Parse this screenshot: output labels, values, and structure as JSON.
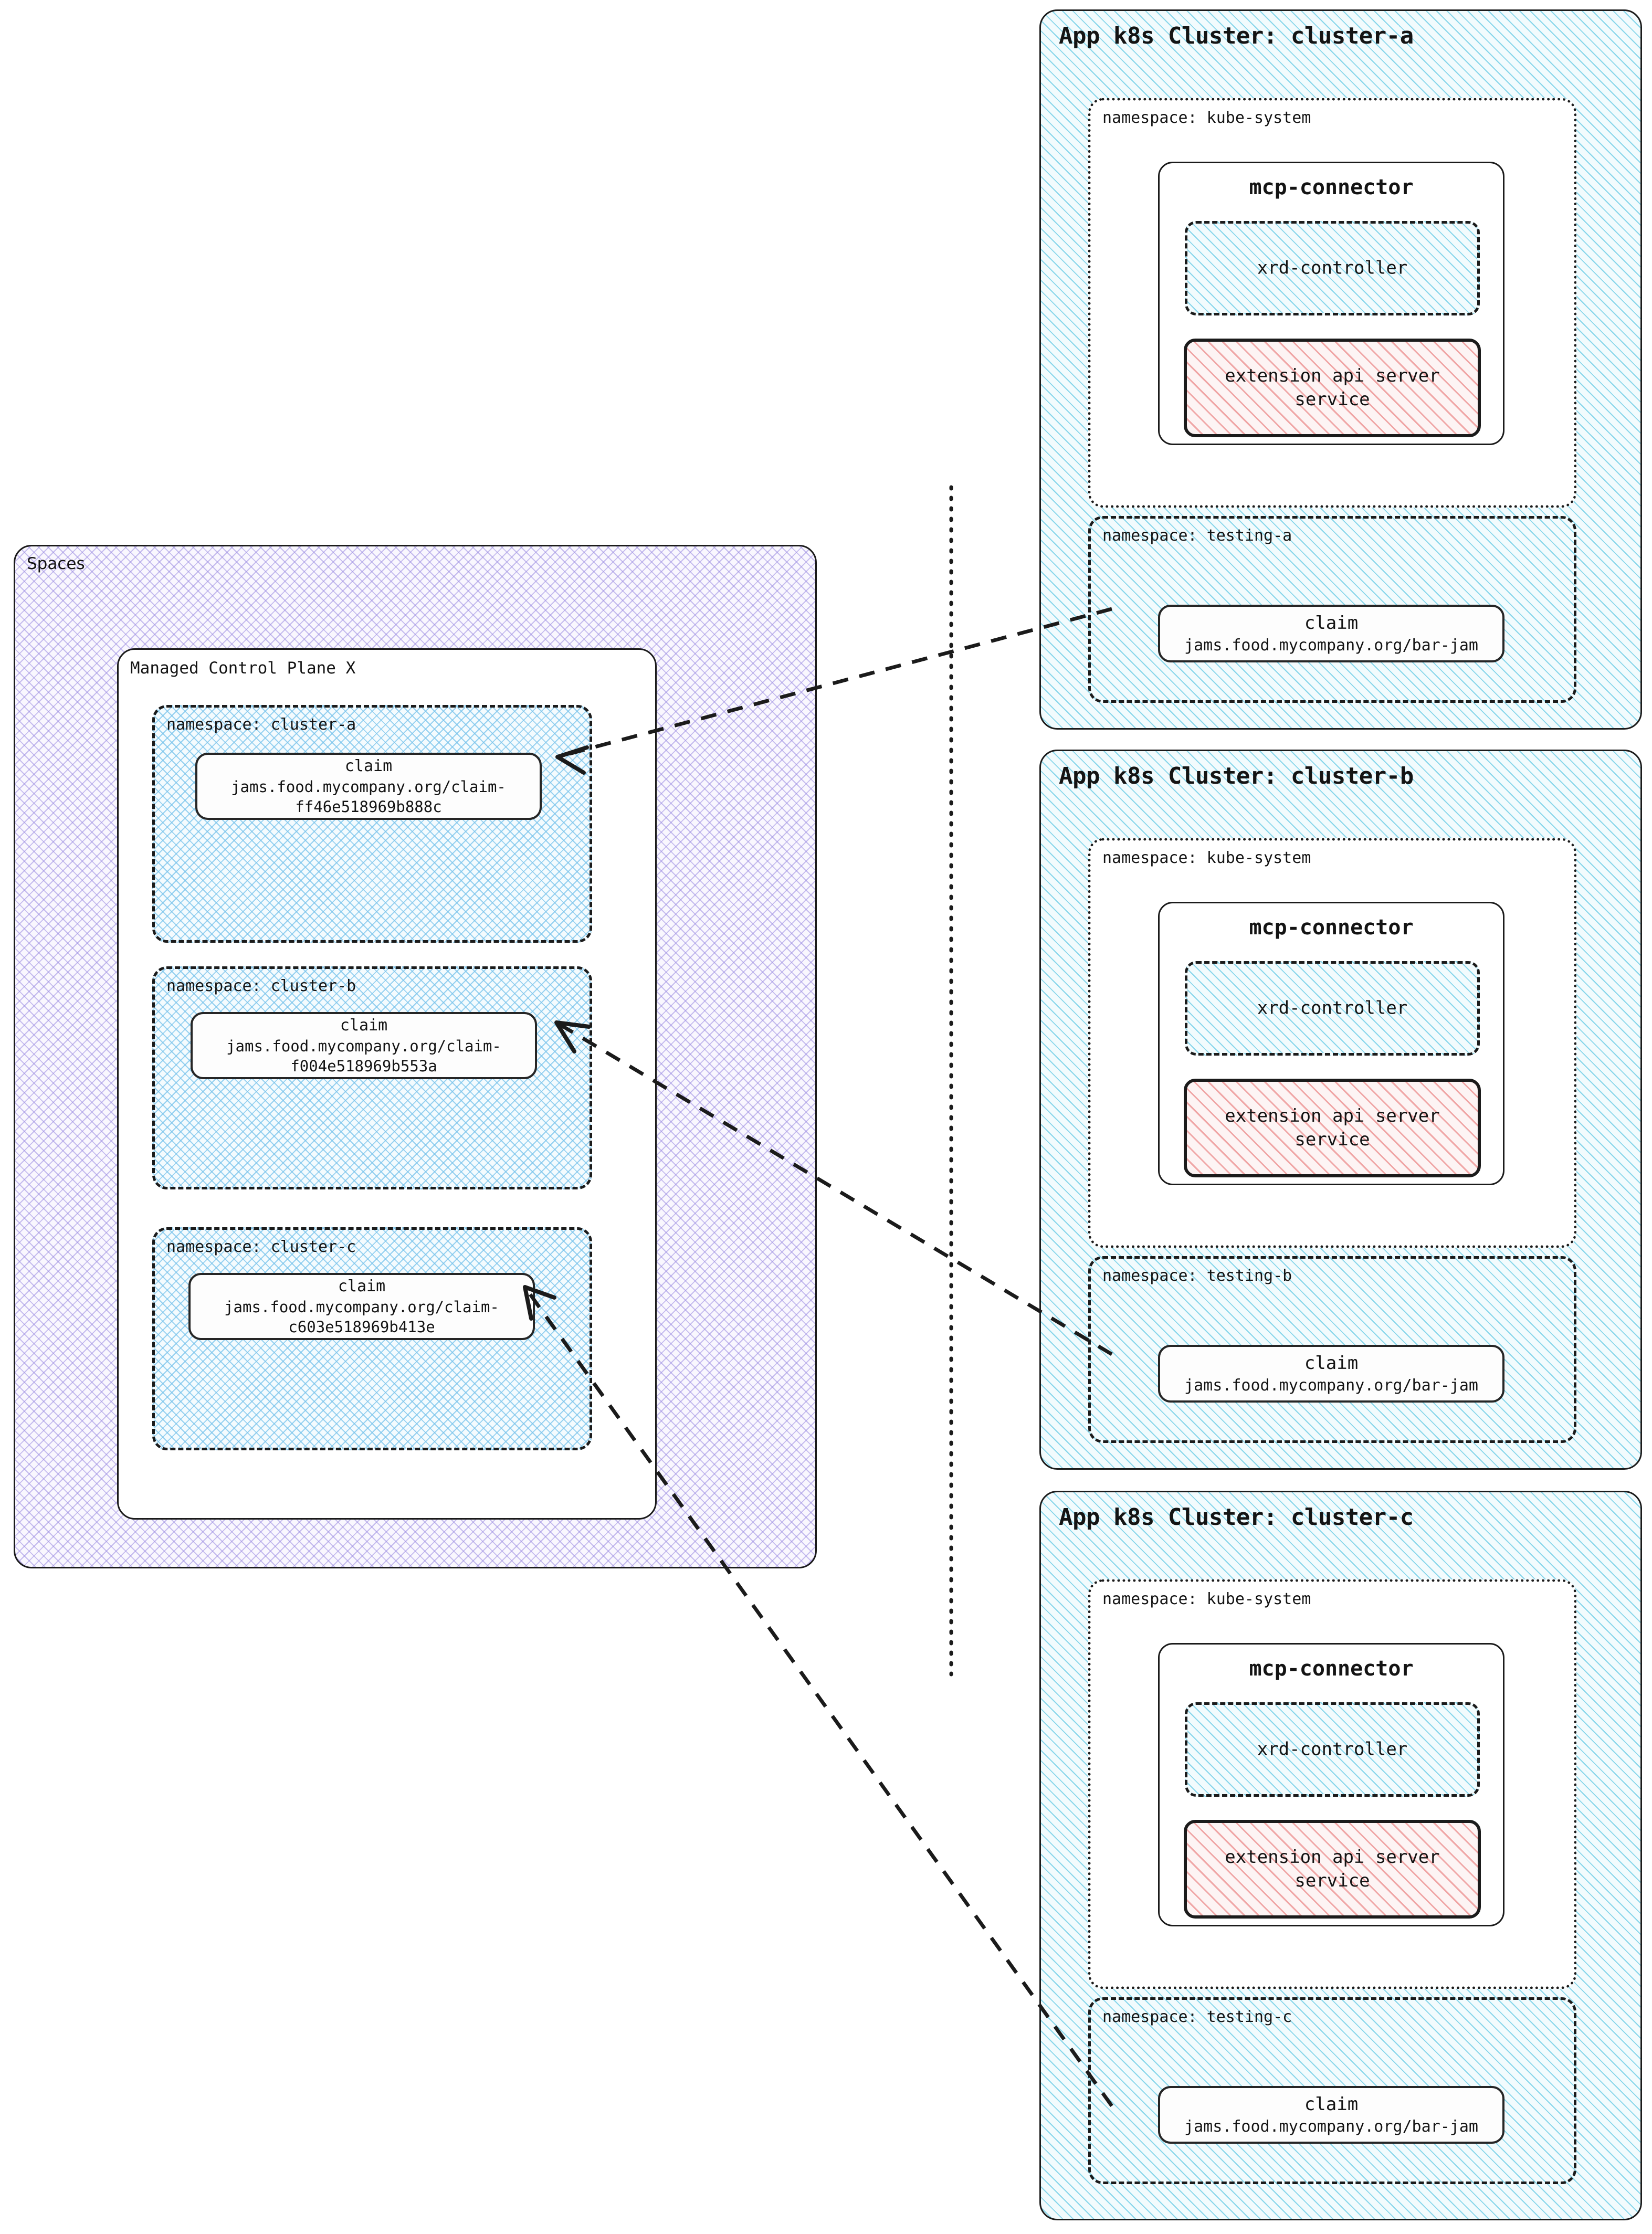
{
  "diagram": {
    "title": "Crossplane Spaces managed control plane to app k8s clusters",
    "colors": {
      "spaces_hatch": "#9b8ce1",
      "namespace_hatch": "#78c3eb",
      "cluster_hatch": "#6ecde6",
      "apiserver_hatch": "#eb8c8c",
      "stroke": "#1b1b1b"
    }
  },
  "spaces": {
    "label": "Spaces",
    "control_plane": {
      "label": "Managed Control Plane X",
      "namespaces": [
        {
          "label": "namespace: cluster-a",
          "claim": {
            "kind": "claim",
            "ref_line1": "jams.food.mycompany.org/claim-",
            "ref_line2": "ff46e518969b888c"
          }
        },
        {
          "label": "namespace: cluster-b",
          "claim": {
            "kind": "claim",
            "ref_line1": "jams.food.mycompany.org/claim-",
            "ref_line2": "f004e518969b553a"
          }
        },
        {
          "label": "namespace: cluster-c",
          "claim": {
            "kind": "claim",
            "ref_line1": "jams.food.mycompany.org/claim-",
            "ref_line2": "c603e518969b413e"
          }
        }
      ]
    }
  },
  "clusters": [
    {
      "label": "App k8s Cluster: cluster-a",
      "system_namespace": {
        "label": "namespace: kube-system",
        "connector": {
          "label": "mcp-connector",
          "controller": {
            "label": "xrd-controller"
          },
          "apiserver": {
            "line1": "extension api server",
            "line2": "service"
          }
        }
      },
      "test_namespace": {
        "label": "namespace: testing-a",
        "claim": {
          "kind": "claim",
          "ref": "jams.food.mycompany.org/bar-jam"
        }
      }
    },
    {
      "label": "App k8s Cluster: cluster-b",
      "system_namespace": {
        "label": "namespace: kube-system",
        "connector": {
          "label": "mcp-connector",
          "controller": {
            "label": "xrd-controller"
          },
          "apiserver": {
            "line1": "extension api server",
            "line2": "service"
          }
        }
      },
      "test_namespace": {
        "label": "namespace: testing-b",
        "claim": {
          "kind": "claim",
          "ref": "jams.food.mycompany.org/bar-jam"
        }
      }
    },
    {
      "label": "App k8s Cluster: cluster-c",
      "system_namespace": {
        "label": "namespace: kube-system",
        "connector": {
          "label": "mcp-connector",
          "controller": {
            "label": "xrd-controller"
          },
          "apiserver": {
            "line1": "extension api server",
            "line2": "service"
          }
        }
      },
      "test_namespace": {
        "label": "namespace: testing-c",
        "claim": {
          "kind": "claim",
          "ref": "jams.food.mycompany.org/bar-jam"
        }
      }
    }
  ]
}
